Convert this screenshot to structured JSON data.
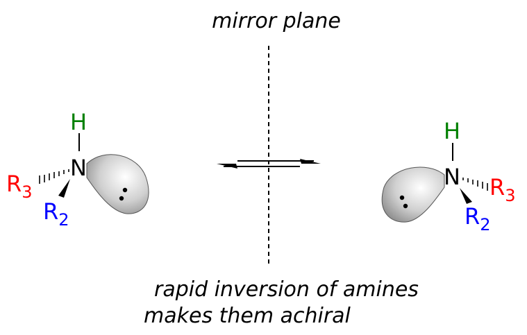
{
  "captions": {
    "mirror_plane": "mirror plane",
    "line1": "rapid inversion of amines",
    "line2": "makes them achiral"
  },
  "left_molecule": {
    "h": "H",
    "n": "N",
    "r3": "R",
    "r3_sub": "3",
    "r2": "R",
    "r2_sub": "2"
  },
  "right_molecule": {
    "h": "H",
    "n": "N",
    "r3": "R",
    "r3_sub": "3",
    "r2": "R",
    "r2_sub": "2"
  },
  "colors": {
    "h": "#008000",
    "r3": "#ff0000",
    "r2": "#0000ff",
    "n": "#000000"
  }
}
